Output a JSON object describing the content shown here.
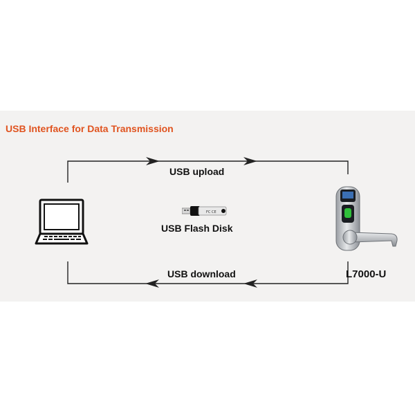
{
  "title": "USB Interface for Data Transmission",
  "colors": {
    "title": "#e0531f",
    "panel_background": "#f3f2f1",
    "line": "#222222"
  },
  "flow": {
    "upload_label": "USB upload",
    "download_label": "USB download"
  },
  "flash_disk": {
    "label": "USB Flash Disk",
    "icon": "usb-flash-drive-icon"
  },
  "computer": {
    "icon": "laptop-icon"
  },
  "device": {
    "label": "L7000-U",
    "icon": "fingerprint-door-lock-icon"
  }
}
